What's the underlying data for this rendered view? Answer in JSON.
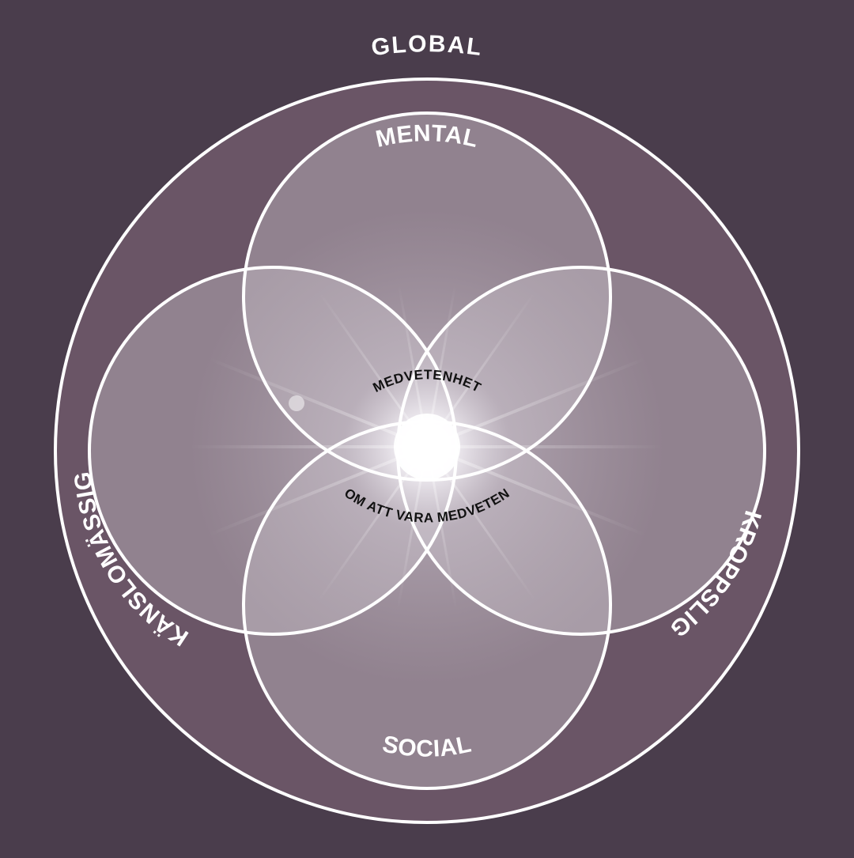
{
  "diagram": {
    "outer_label": "GLOBAL",
    "circles": {
      "top": "MENTAL",
      "left": "KÄNSLOMÄSSIG",
      "right": "KROPPSLIG",
      "bottom": "SOCIAL"
    },
    "center": {
      "title": "MEDVETENHET",
      "subtitle": "OM ATT VARA MEDVETEN"
    }
  },
  "colors": {
    "background": "#4a3d4c",
    "outer_fill": "#6a5566",
    "circle_fill": "#c9c0c9",
    "stroke": "#ffffff",
    "glow": "#ffffff",
    "center_text": "#111111"
  }
}
